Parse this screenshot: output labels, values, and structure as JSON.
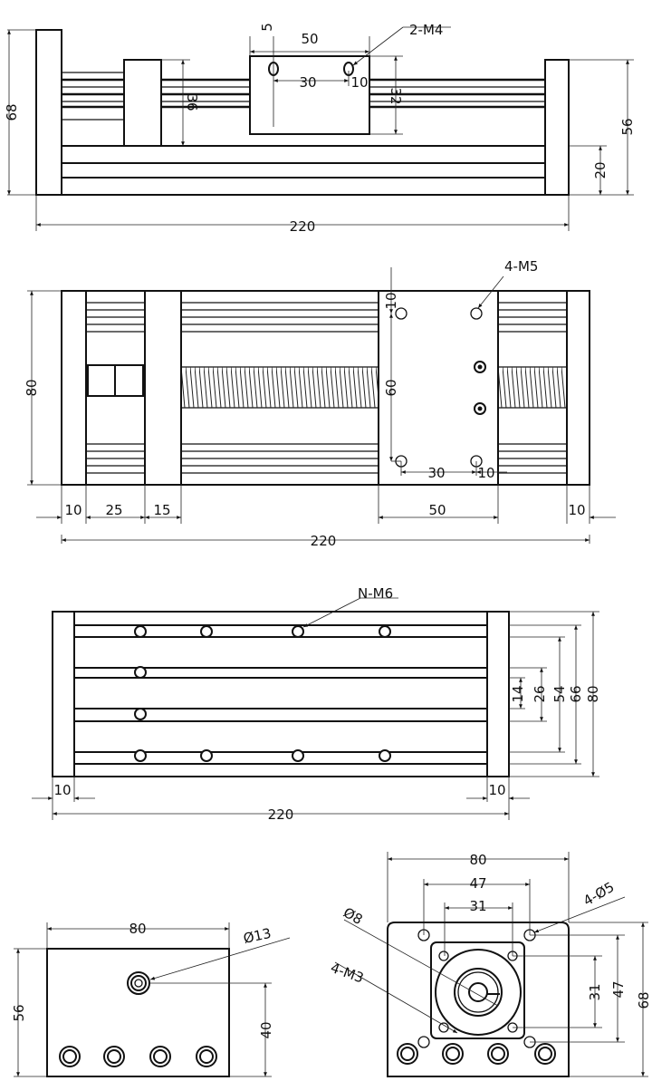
{
  "side_view": {
    "height_total": "68",
    "height_end": "56",
    "base_height": "20",
    "length": "220",
    "carriage_width": "50",
    "hole_offset_top": "5",
    "hole_spacing": "30",
    "hole_offset_side": "10",
    "slider_height": "36",
    "carriage_height": "32",
    "callout": "2-M4"
  },
  "top_view": {
    "width": "80",
    "hole_offset_top": "10",
    "hole_spacing_y": "60",
    "hole_spacing_x": "30",
    "hole_offset_side": "10",
    "callout": "4-M5",
    "end_plate_left": "10",
    "coupler_length": "25",
    "block_length": "15",
    "carriage_length": "50",
    "end_plate_right": "10",
    "length": "220"
  },
  "bottom_view": {
    "callout": "N-M6",
    "slot_14": "14",
    "slot_26": "26",
    "slot_54": "54",
    "slot_66": "66",
    "width": "80",
    "end_left": "10",
    "end_right": "10",
    "length": "220"
  },
  "end_view": {
    "width": "80",
    "height": "56",
    "screw_height": "40",
    "screw_diameter": "Ø13"
  },
  "motor_end_view": {
    "width": "80",
    "hole_spacing_outer": "47",
    "hole_spacing_inner": "31",
    "callout_holes": "4-Ø5",
    "shaft_diameter": "Ø8",
    "callout_threads": "4-M3",
    "v_inner": "31",
    "v_outer": "47",
    "height": "68"
  }
}
